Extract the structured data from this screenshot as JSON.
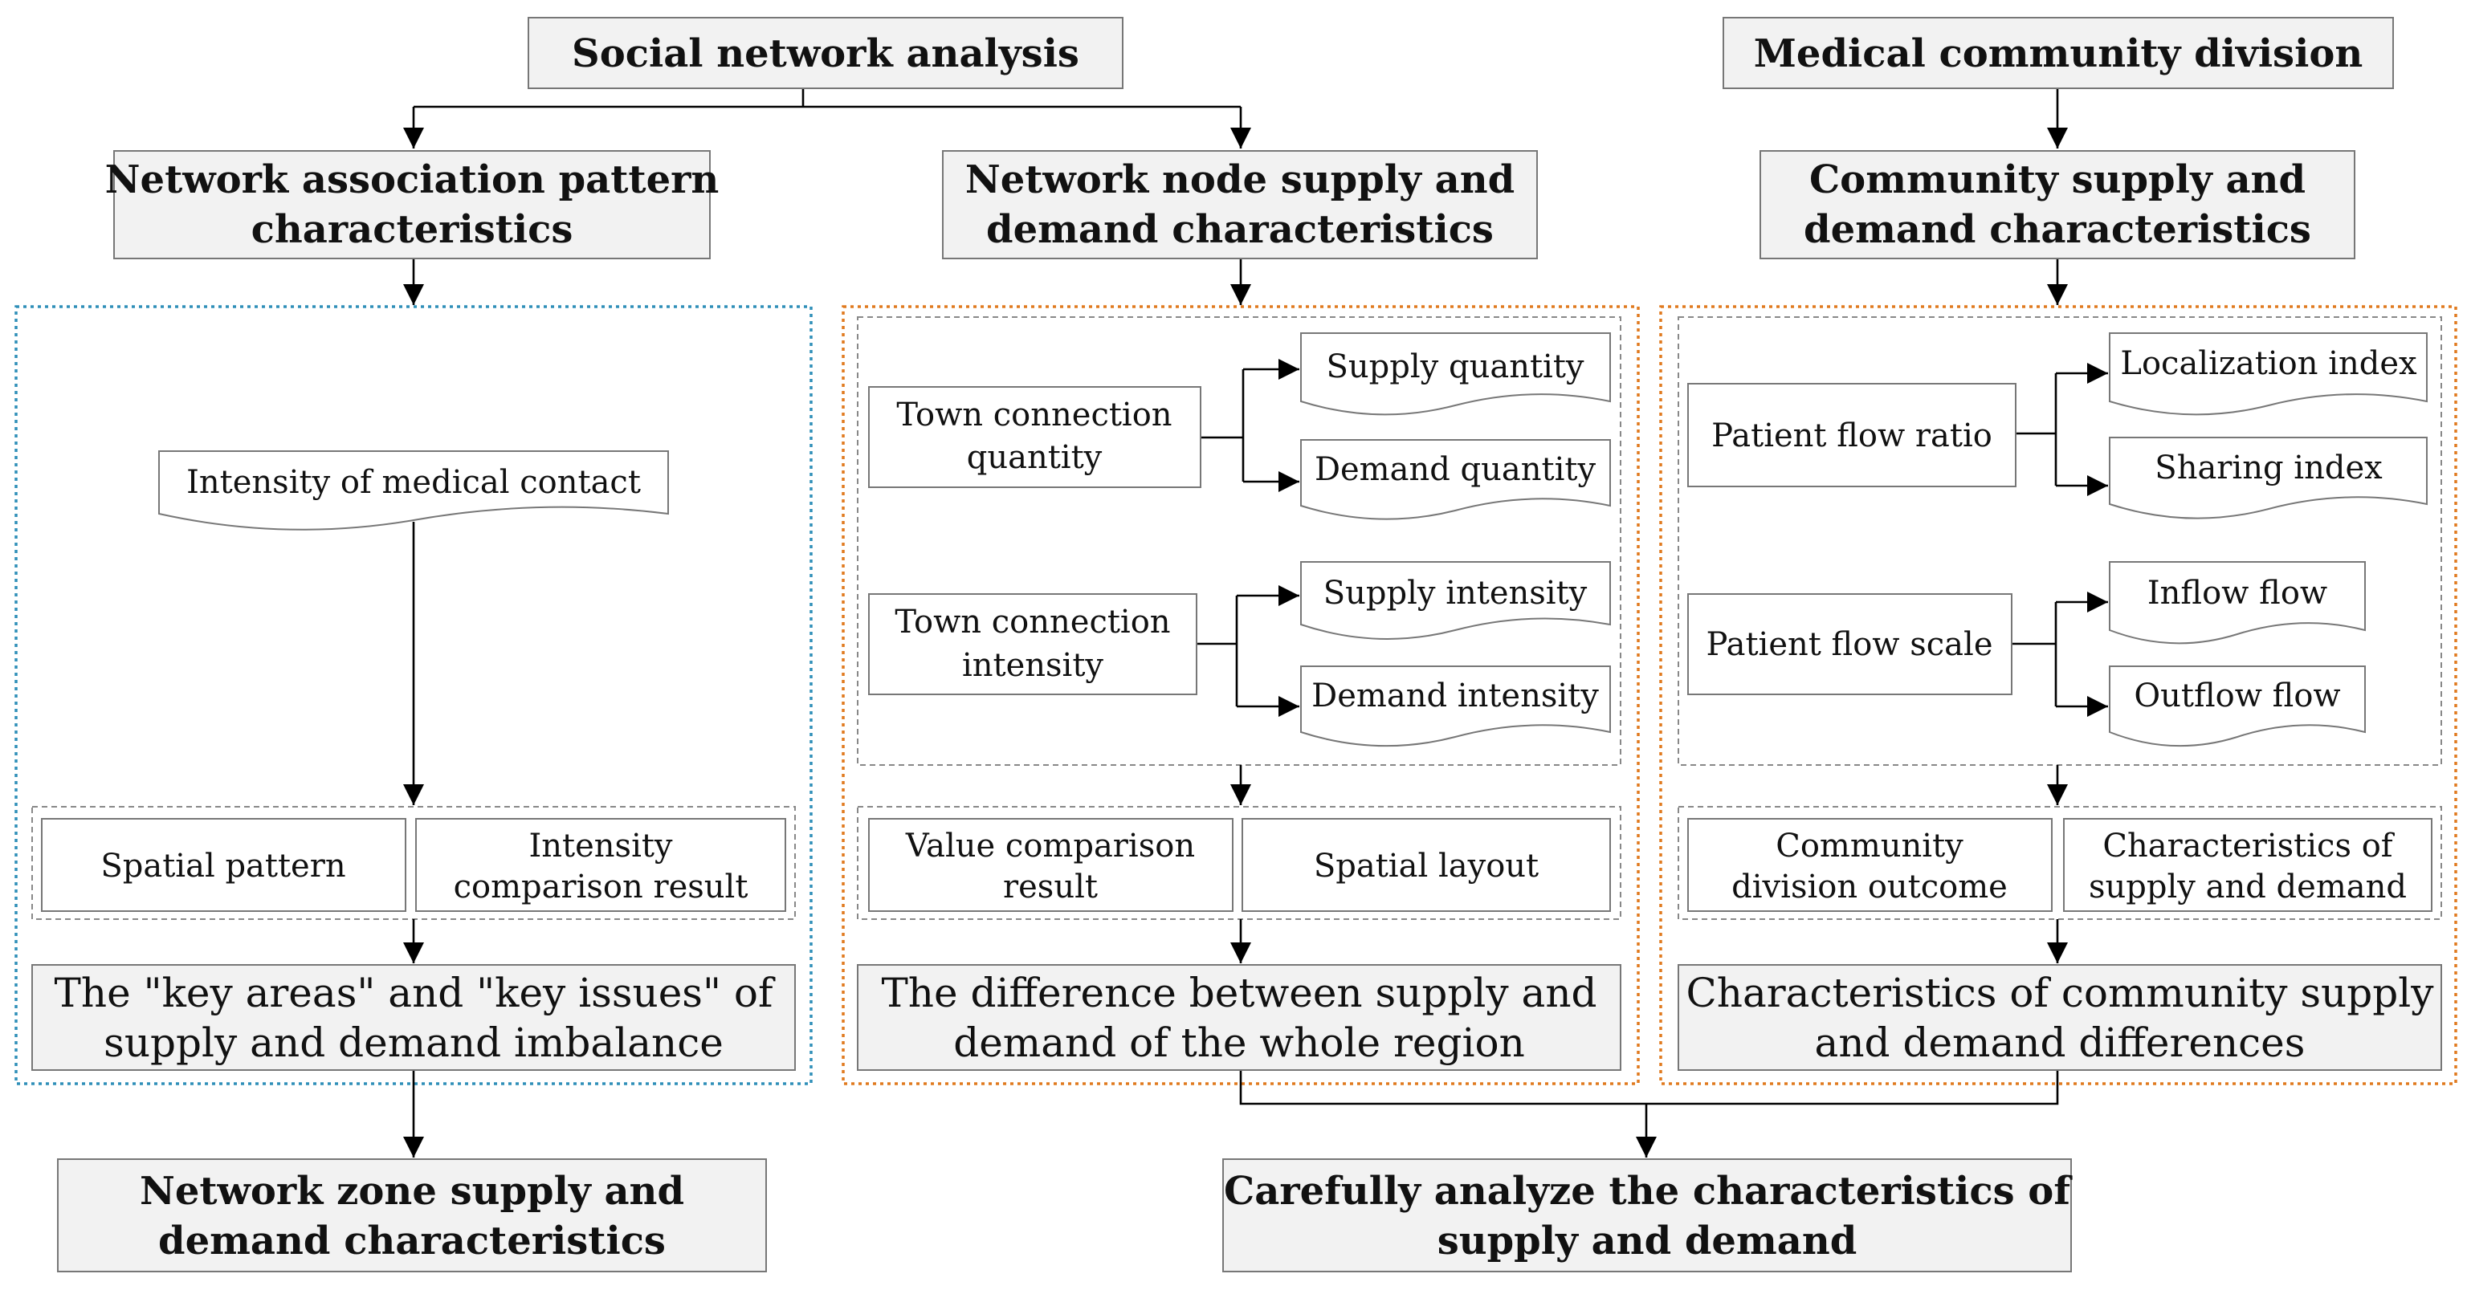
{
  "top": {
    "social_network_analysis": "Social network analysis",
    "medical_community_division": "Medical community division"
  },
  "col1": {
    "header": [
      "Network association pattern",
      "characteristics"
    ],
    "intensity": "Intensity of medical contact",
    "spatial_pattern": "Spatial pattern",
    "intensity_result": [
      "Intensity",
      "comparison result"
    ],
    "summary": [
      "The \"key areas\" and \"key issues\" of",
      "supply and demand imbalance"
    ],
    "final": [
      "Network zone supply and",
      "demand characteristics"
    ]
  },
  "col2": {
    "header": [
      "Network node supply and",
      "demand characteristics"
    ],
    "town_qty": [
      "Town connection",
      "quantity"
    ],
    "supply_qty": "Supply quantity",
    "demand_qty": "Demand quantity",
    "town_int": [
      "Town connection",
      "intensity"
    ],
    "supply_int": "Supply intensity",
    "demand_int": "Demand intensity",
    "value_result": [
      "Value comparison",
      "result"
    ],
    "spatial_layout": "Spatial layout",
    "summary": [
      "The difference between supply and",
      "demand of the whole region"
    ]
  },
  "col3": {
    "header": [
      "Community supply and",
      "demand characteristics"
    ],
    "flow_ratio": "Patient flow ratio",
    "localization": "Localization index",
    "sharing": "Sharing index",
    "flow_scale": "Patient flow scale",
    "inflow": "Inflow flow",
    "outflow": "Outflow flow",
    "division_outcome": [
      "Community",
      "division outcome"
    ],
    "characteristics": [
      "Characteristics of",
      "supply and demand"
    ],
    "summary": [
      "Characteristics of community supply",
      "and demand differences"
    ]
  },
  "bottom_right": [
    "Carefully analyze the characteristics of",
    "supply and demand"
  ]
}
